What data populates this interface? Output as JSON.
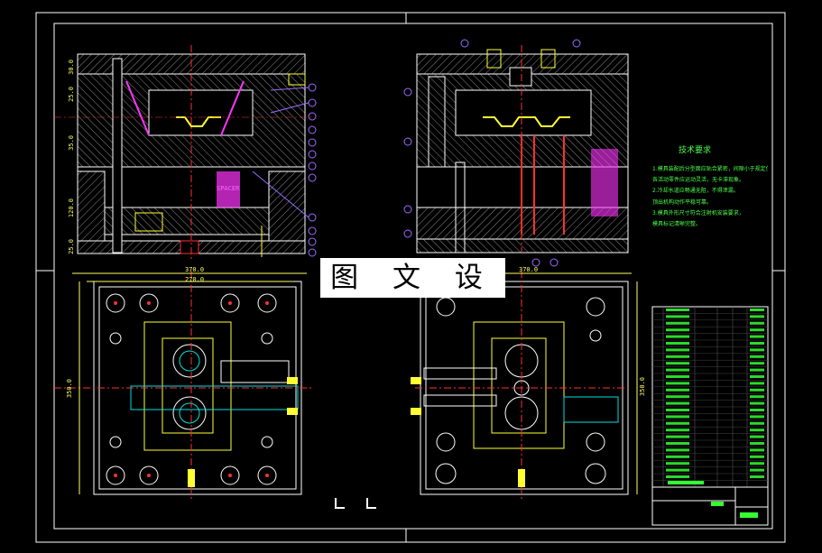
{
  "watermark": "图 文 设 计",
  "tech_requirements": {
    "title": "技术要求",
    "lines": [
      "1.模具装配后分型面应贴合紧密，间隙小于规定值。",
      "  各活动零件应运动灵活，无卡滞现象。",
      "2.冷却水道应畅通无阻，不得泄漏。",
      "  顶出机构动作平稳可靠。",
      "3.模具外形尺寸符合注射机安装要求，",
      "  模具标记清晰完整。"
    ]
  },
  "dimensions": {
    "plan_left_width": "370.0",
    "plan_left_inner": "270.0",
    "plan_right_width": "370.0",
    "plan_right_height": "350.0",
    "plan_left_height": "350.0",
    "section_left_heights": [
      "30.0",
      "25.0",
      "35.0",
      "120.0",
      "25.0"
    ],
    "center_part_label": "SPACER"
  },
  "colors": {
    "background": "#000000",
    "outline": "#ffffff",
    "hatch": "#9a9a9a",
    "center": "#ff3030",
    "cyan": "#00e0e0",
    "yellow": "#ffff33",
    "magenta": "#ff33ff",
    "green": "#33ff33",
    "balloon": "#9b6bff"
  }
}
